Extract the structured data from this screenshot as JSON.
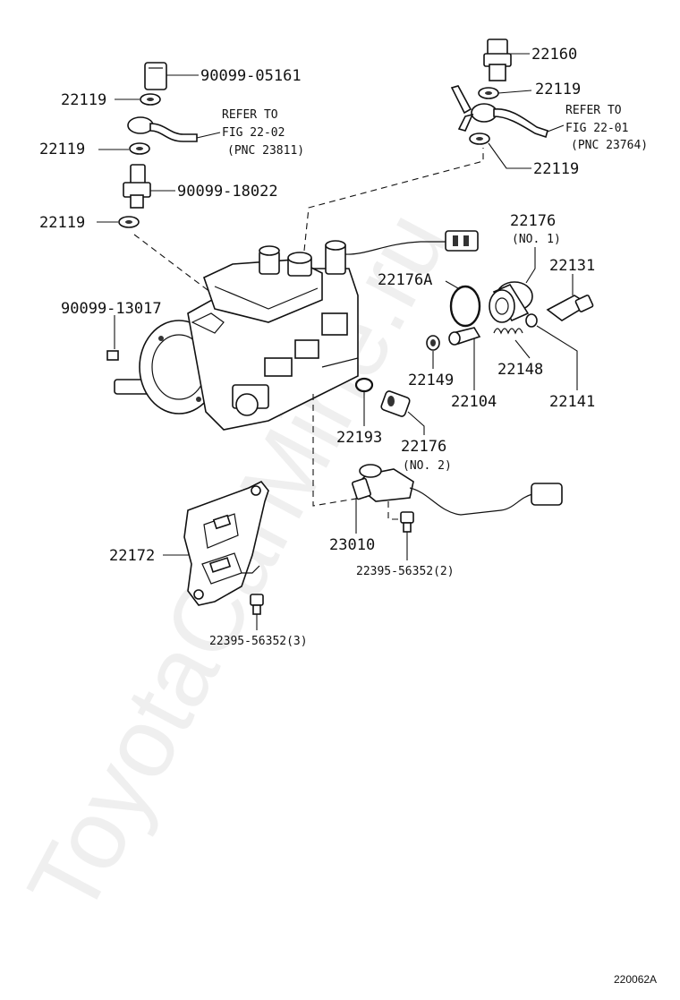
{
  "labels": {
    "p90099_05161": "90099-05161",
    "p22119_a": "22119",
    "refer_left_1": "REFER TO",
    "refer_left_2": "FIG 22-02",
    "refer_left_3": "(PNC 23811)",
    "p22119_b": "22119",
    "p90099_18022": "90099-18022",
    "p22119_c": "22119",
    "p90099_13017": "90099-13017",
    "p22160": "22160",
    "p22119_d": "22119",
    "refer_right_1": "REFER TO",
    "refer_right_2": "FIG 22-01",
    "refer_right_3": "(PNC 23764)",
    "p22119_e": "22119",
    "p22176_no1": "22176",
    "p22176_no1_sub": "(NO. 1)",
    "p22176A": "22176A",
    "p22131": "22131",
    "p22149": "22149",
    "p22104": "22104",
    "p22148": "22148",
    "p22141": "22141",
    "p22193": "22193",
    "p22176_no2": "22176",
    "p22176_no2_sub": "(NO. 2)",
    "p22172": "22172",
    "p23010": "23010",
    "p22395_2": "22395-56352(2)",
    "p22395_3": "22395-56352(3)",
    "watermark": "ToyotaCarMine.ru",
    "diagram_code": "220062A"
  }
}
